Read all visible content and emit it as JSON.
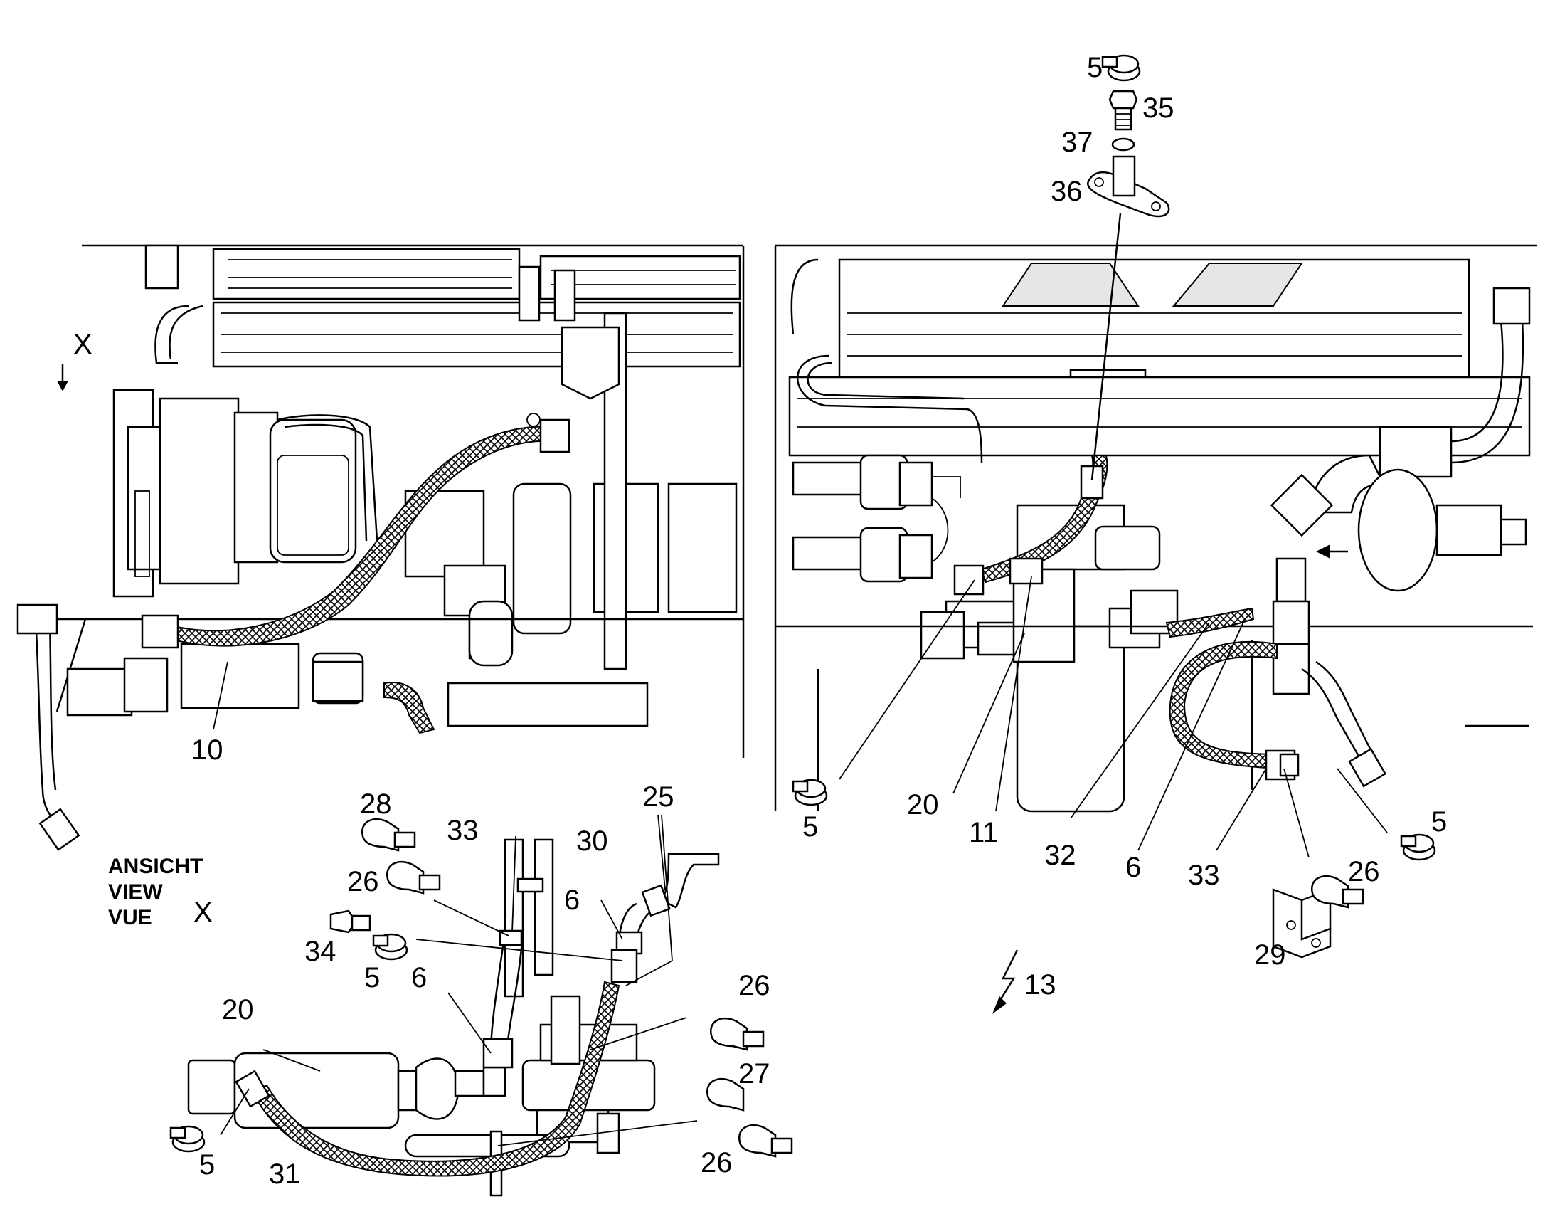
{
  "labels": {
    "l5_top": "5",
    "l35": "35",
    "l37": "37",
    "l36": "36",
    "lX_left": "X",
    "l10": "10",
    "l20_right": "20",
    "l11": "11",
    "l32": "32",
    "l6_right": "6",
    "l33_right": "33",
    "l5_right": "5",
    "l5_mid": "5",
    "l26_right": "26",
    "l29": "29",
    "l13": "13",
    "l28": "28",
    "l33_left": "33",
    "l25": "25",
    "l30": "30",
    "l26_a": "26",
    "l6_a": "6",
    "l34": "34",
    "l5_a": "5",
    "l6_b": "6",
    "l20_left": "20",
    "l26_b": "26",
    "l27": "27",
    "l26_c": "26",
    "l5_b": "5",
    "l31": "31"
  },
  "view_caption": {
    "line1": "ANSICHT",
    "line2": "VIEW",
    "line3": "VUE",
    "marker": "X"
  }
}
